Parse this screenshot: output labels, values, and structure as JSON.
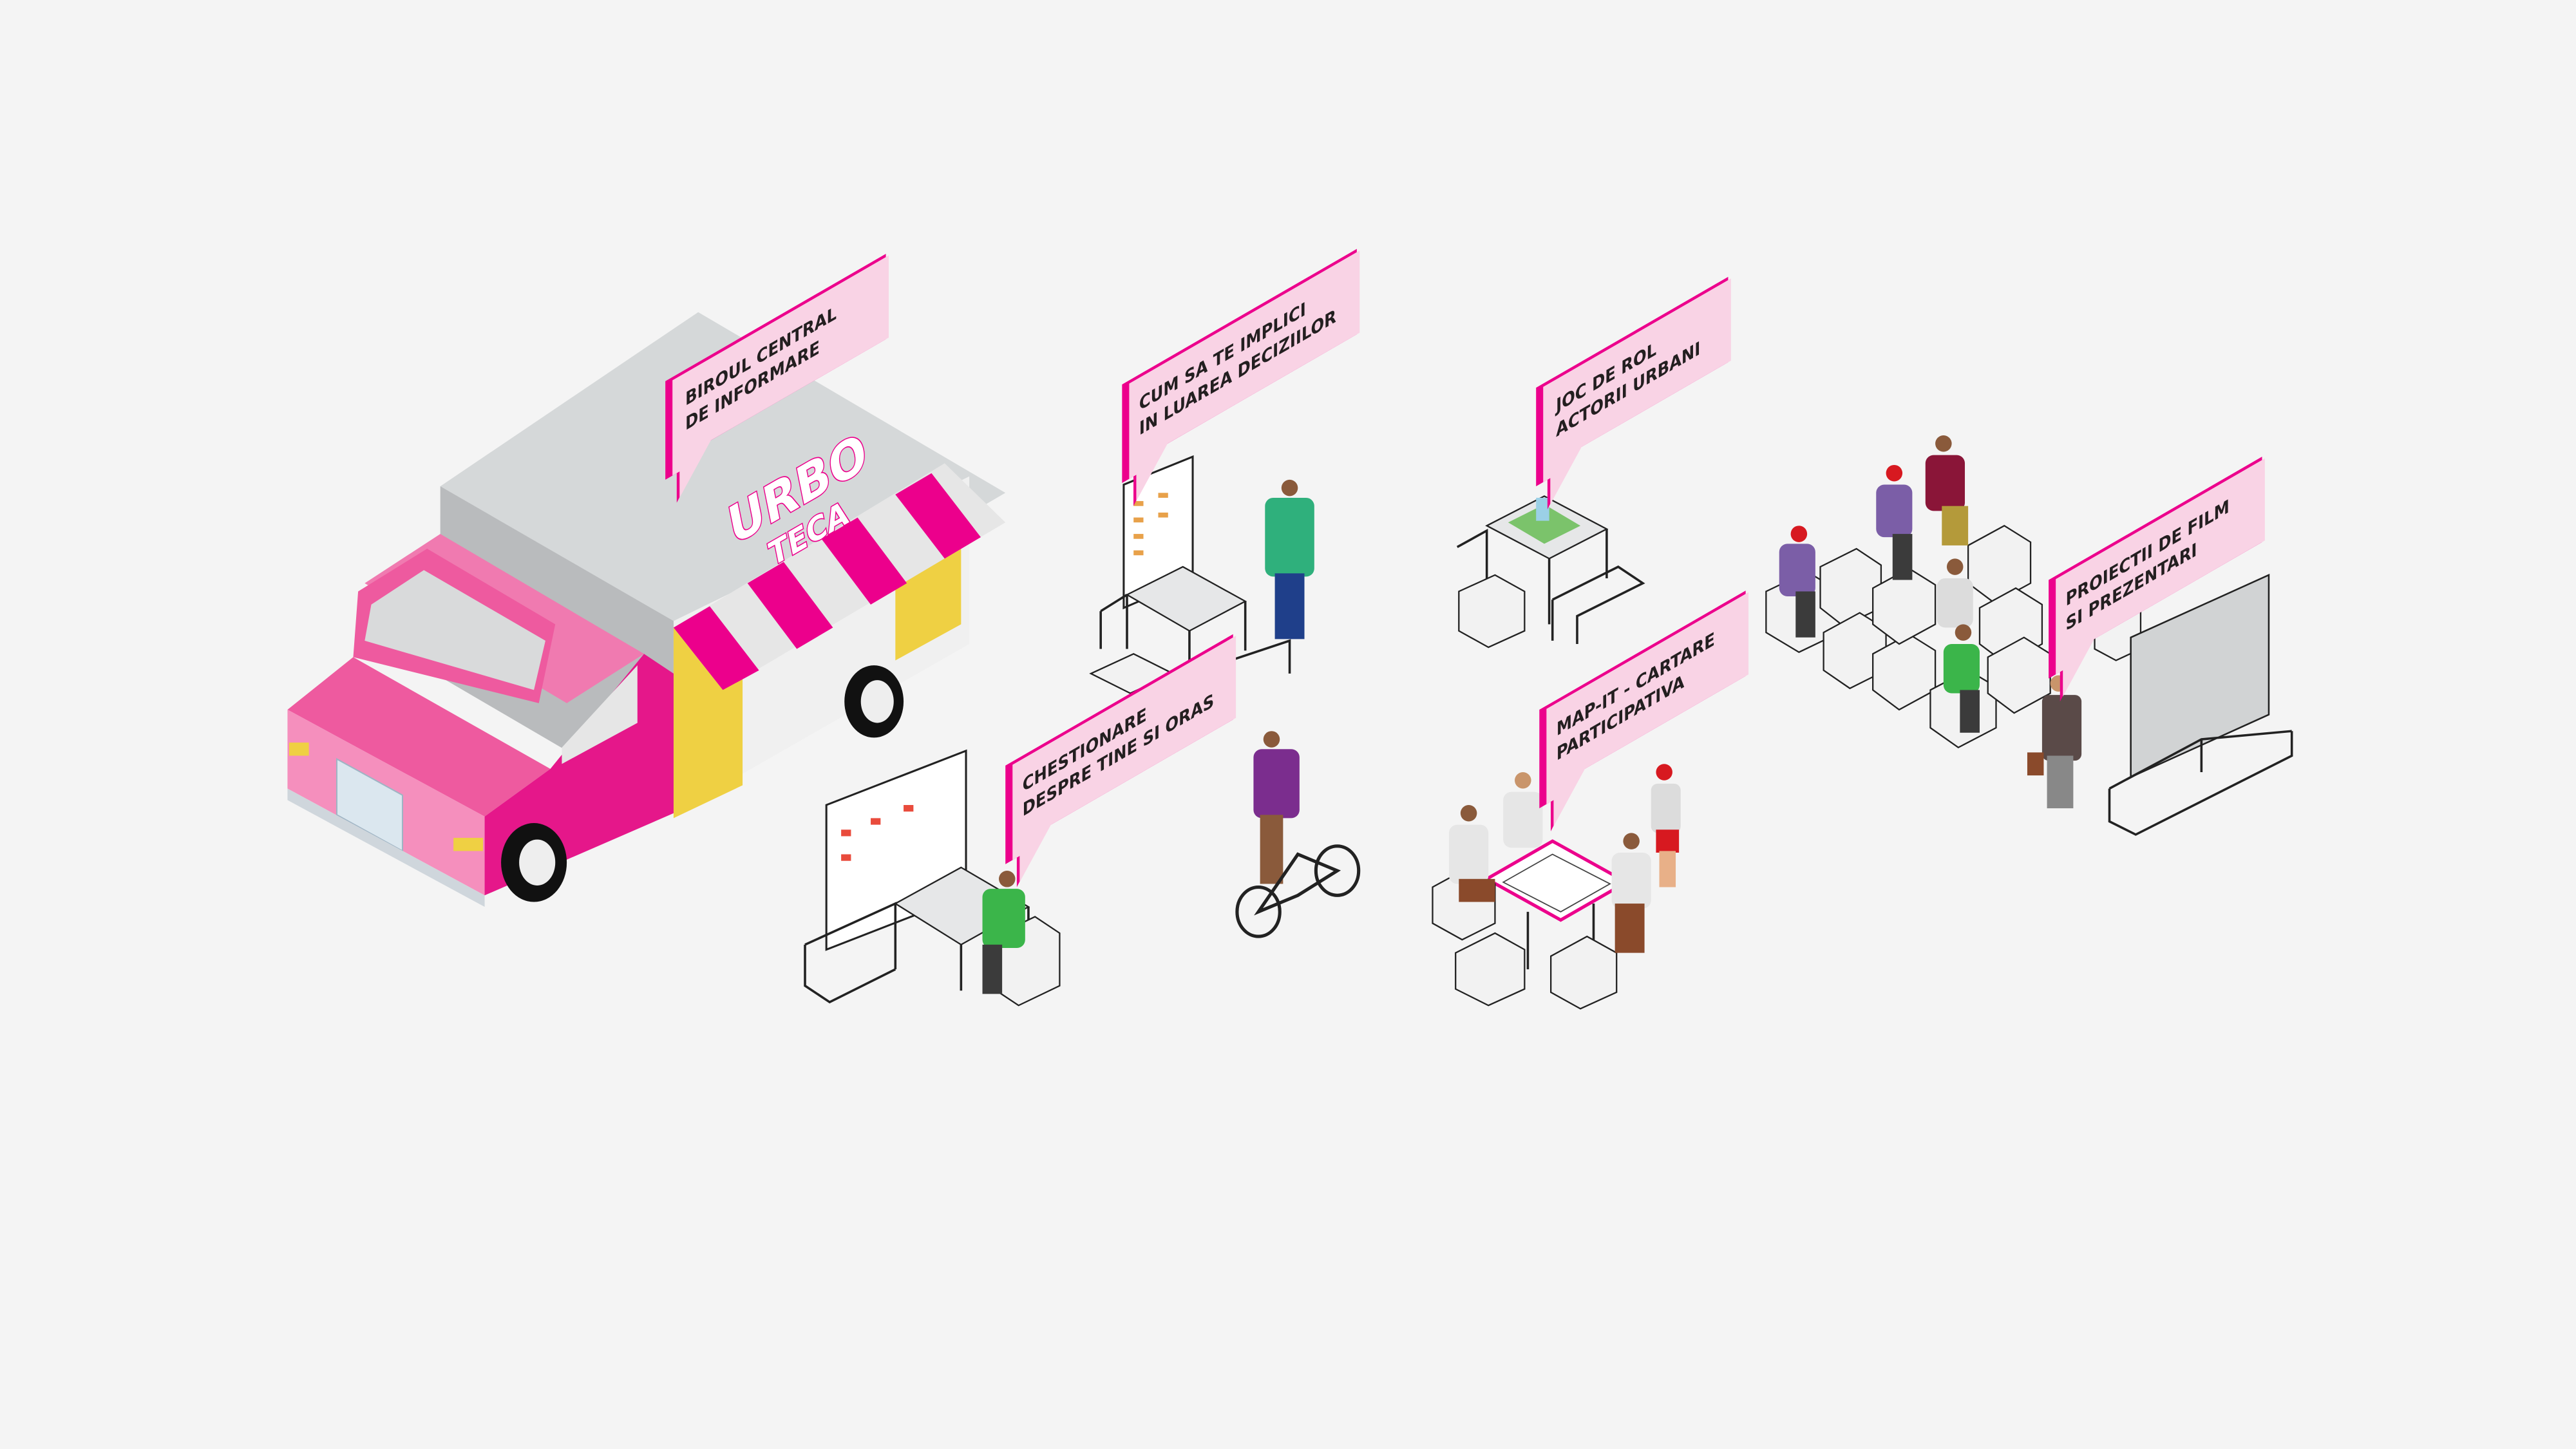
{
  "logo": {
    "line1": "URBO",
    "line2": "TECA"
  },
  "signs": [
    {
      "line1": "BIROUL CENTRAL",
      "line2": "DE INFORMARE"
    },
    {
      "line1": "CUM SA TE IMPLICI",
      "line2": "IN LUAREA DECIZIILOR"
    },
    {
      "line1": "JOC DE ROL",
      "line2": "ACTORII URBANI"
    },
    {
      "line1": "CHESTIONARE",
      "line2": "DESPRE TINE SI ORAS"
    },
    {
      "line1": "MAP-IT - CARTARE",
      "line2": "PARTICIPATIVA"
    },
    {
      "line1": "PROIECTII DE FILM",
      "line2": "SI PREZENTARI"
    }
  ],
  "colors": {
    "magenta": "#ec008c",
    "sign_pink": "#f9d3e5",
    "truck_pink": "#ee5a9f",
    "awning_yellow": "#efd043",
    "roof_gray": "#d5d8d9",
    "background": "#f4f4f4"
  }
}
